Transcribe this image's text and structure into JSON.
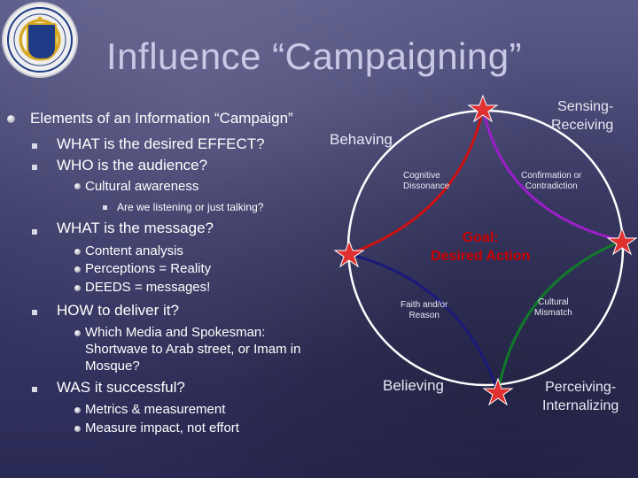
{
  "slide": {
    "title": "Influence “Campaigning”",
    "logo": "Defense Language Institute / Foreign Language Center seal"
  },
  "outline": {
    "heading": "Elements of an Information “Campaign”",
    "q_effect": "WHAT is the desired EFFECT?",
    "q_audience": "WHO is the audience?",
    "cultural": "Cultural awareness",
    "listening": "Are we listening or just talking?",
    "q_message": "WHAT is the message?",
    "content": "Content analysis",
    "perceptions": "Perceptions = Reality",
    "deeds": "DEEDS = messages!",
    "q_deliver": "HOW to deliver it?",
    "media_1": "Which Media and Spokesman:",
    "media_2": "Shortwave to Arab street, or Imam in",
    "media_3": "Mosque?",
    "q_success": "WAS it successful?",
    "metrics": "Metrics & measurement",
    "impact": "Measure impact, not effort"
  },
  "cycle": {
    "sensing_1": "Sensing-",
    "sensing_2": "Receiving",
    "behaving": "Behaving",
    "believing": "Believing",
    "perceiving_1": "Perceiving-",
    "perceiving_2": "Internalizing",
    "goal_1": "Goal:",
    "goal_2": "Desired Action",
    "cog_1": "Cognitive",
    "cog_2": "Dissonance",
    "conf_1": "Confirmation or",
    "conf_2": "Contradiction",
    "faith_1": "Faith and/or",
    "faith_2": "Reason",
    "cult_1": "Cultural",
    "cult_2": "Mismatch",
    "colors": {
      "red_arc": "#cc1111",
      "green_arc": "#117a2a",
      "blue_arc": "#1a1a7a",
      "purple_arc": "#9c1ec8",
      "circle": "#ffffff",
      "star": "#e03030",
      "goal_text": "#cc0000"
    }
  }
}
